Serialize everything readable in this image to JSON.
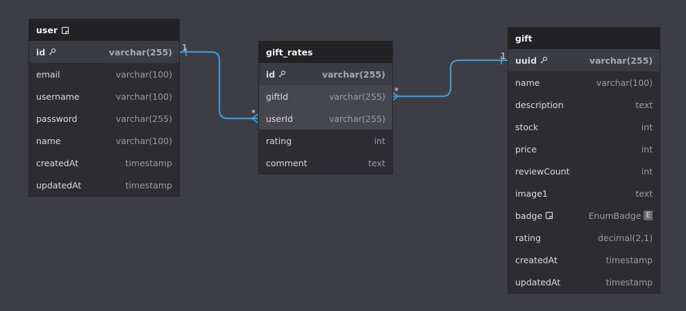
{
  "tables": {
    "user": {
      "name": "user",
      "columns": [
        {
          "name": "id",
          "type": "varchar(255)"
        },
        {
          "name": "email",
          "type": "varchar(100)"
        },
        {
          "name": "username",
          "type": "varchar(100)"
        },
        {
          "name": "password",
          "type": "varchar(255)"
        },
        {
          "name": "name",
          "type": "varchar(100)"
        },
        {
          "name": "createdAt",
          "type": "timestamp"
        },
        {
          "name": "updatedAt",
          "type": "timestamp"
        }
      ]
    },
    "gift_rates": {
      "name": "gift_rates",
      "columns": [
        {
          "name": "id",
          "type": "varchar(255)"
        },
        {
          "name": "giftId",
          "type": "varchar(255)"
        },
        {
          "name": "userId",
          "type": "varchar(255)"
        },
        {
          "name": "rating",
          "type": "int"
        },
        {
          "name": "comment",
          "type": "text"
        }
      ]
    },
    "gift": {
      "name": "gift",
      "columns": [
        {
          "name": "uuid",
          "type": "varchar(255)"
        },
        {
          "name": "name",
          "type": "varchar(100)"
        },
        {
          "name": "description",
          "type": "text"
        },
        {
          "name": "stock",
          "type": "int"
        },
        {
          "name": "price",
          "type": "int"
        },
        {
          "name": "reviewCount",
          "type": "int"
        },
        {
          "name": "image1",
          "type": "text"
        },
        {
          "name": "badge",
          "type": "EnumBadge",
          "enum_marker": "E"
        },
        {
          "name": "rating",
          "type": "decimal(2,1)"
        },
        {
          "name": "createdAt",
          "type": "timestamp"
        },
        {
          "name": "updatedAt",
          "type": "timestamp"
        }
      ]
    }
  },
  "relations": [
    {
      "from": "user.id",
      "to": "gift_rates.userId",
      "from_card": "1",
      "to_card": "*"
    },
    {
      "from": "gift.uuid",
      "to": "gift_rates.giftId",
      "from_card": "1",
      "to_card": "*"
    }
  ],
  "colors": {
    "background": "#3d3e45",
    "table_body": "#2c2c31",
    "table_header": "#222225",
    "relation_line": "#3a9bdc"
  },
  "icons": {
    "primary_key": "key-icon",
    "note": "note-icon"
  }
}
